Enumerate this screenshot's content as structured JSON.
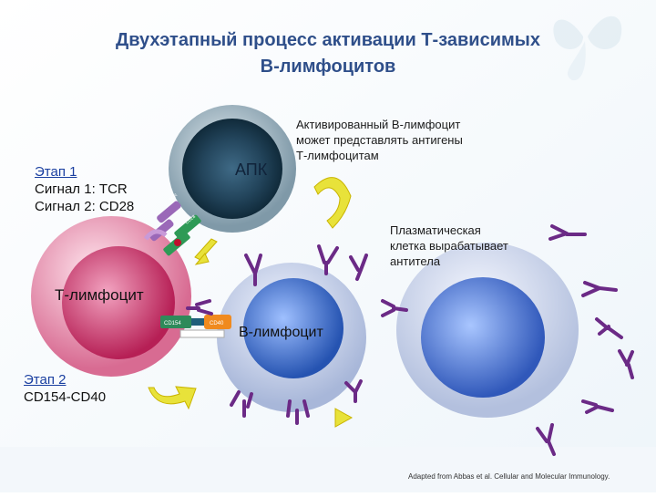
{
  "title": "Двухэтапный процесс активации Т-зависимых\nВ-лимфоцитов",
  "stage1": {
    "label": "Этап 1",
    "signal1": "Сигнал 1: TCR",
    "signal2": "Сигнал 2: CD28"
  },
  "apc_label": "АПК",
  "activated_note": "Активированный В-лимфоцит\nможет представлять антигены\nТ-лимфоцитам",
  "plasma_note": "Плазматическая\nклетка вырабатывает\nантитела",
  "tcell_label": "Т-лимфоцит",
  "bcell_label": "В-лимфоцит",
  "stage2": {
    "label": "Этап 2",
    "interaction": "CD154-CD40"
  },
  "credit": "Adapted from Abbas et al. Cellular and Molecular Immunology.",
  "colors": {
    "title": "#2f4f8a",
    "apc": "#3f6a86",
    "tcell": "#d8487a",
    "bcell": "#3e6fc7",
    "plasma": "#4a7bd0",
    "antibody": "#6b2a86",
    "arrow": "#e8e23a",
    "cd40": "#f08a1e",
    "cd154": "#2e8a5a"
  }
}
